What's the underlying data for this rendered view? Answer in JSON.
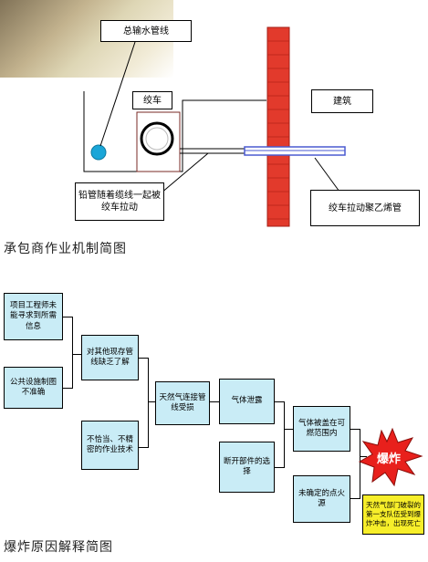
{
  "top_diagram": {
    "labels": {
      "main_pipe": "总输水管线",
      "winch": "绞车",
      "building": "建筑",
      "lead_pipe": "铅管随着缆线一起被绞车拉动",
      "pe_pipe": "绞车拉动聚乙烯管"
    },
    "caption": "承包商作业机制简图",
    "colors": {
      "wall": "#e23a2c",
      "water_dot": "#1aa6d8",
      "pe_pipe": "#4a5ad0"
    }
  },
  "bottom_diagram": {
    "boxes": {
      "b1": "项目工程师未能寻求到所需信息",
      "b2": "公共设施制图不准确",
      "b3": "对其他现存管线缺乏了解",
      "b4": "不恰当、不精密的作业技术",
      "b5": "天然气连接管线受损",
      "b6": "气体泄露",
      "b7": "断开部件的选择",
      "b8": "气体被盖在可燃范围内",
      "b9": "未确定的点火源",
      "b10": "天然气部门破裂的第一支队伍受到爆炸冲击，出现死亡"
    },
    "explosion": "爆炸",
    "caption": "爆炸原因解释简图",
    "colors": {
      "box_fill": "#c9ecf6",
      "burst": "#e8201c",
      "note_fill": "#f7ee2a"
    }
  }
}
